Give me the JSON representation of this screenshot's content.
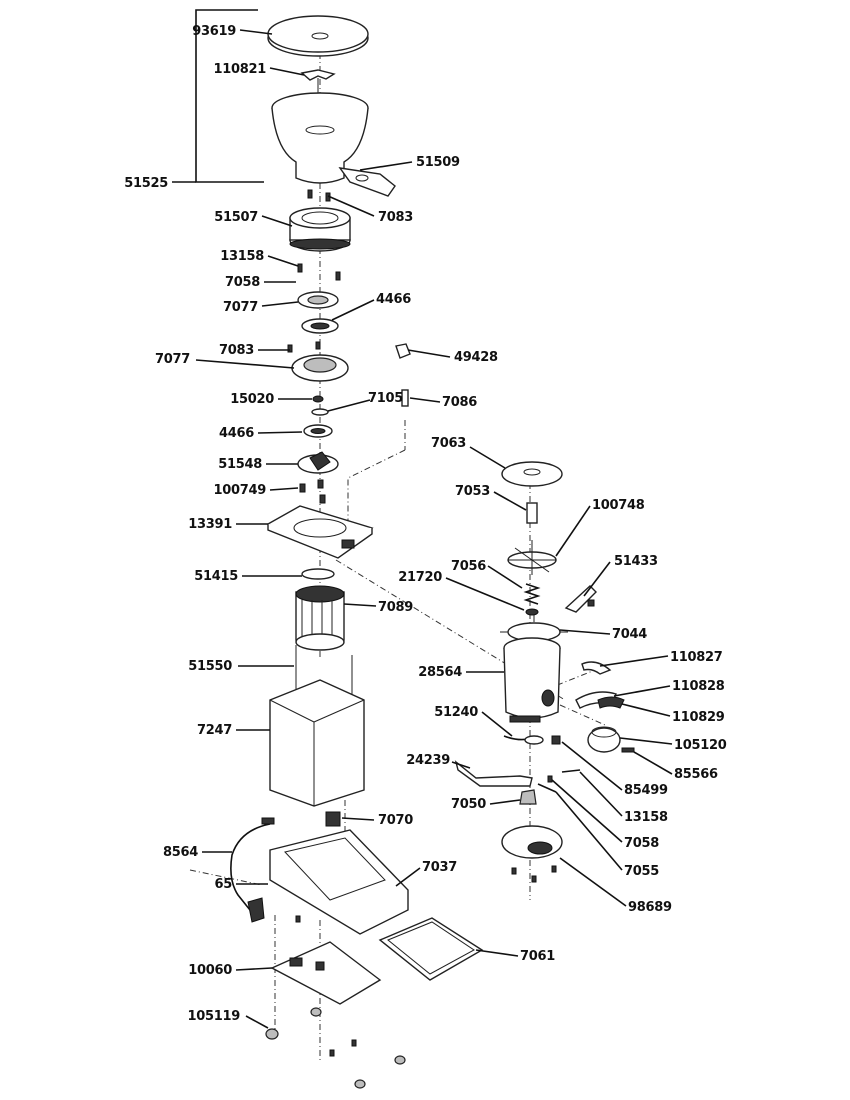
{
  "labels": {
    "p93619": "93619",
    "p110821": "110821",
    "p51525": "51525",
    "p51509": "51509",
    "p51507": "51507",
    "p7083a": "7083",
    "p13158a": "13158",
    "p7058a": "7058",
    "p7077a": "7077",
    "p4466a": "4466",
    "p7083b": "7083",
    "p7077b": "7077",
    "p49428": "49428",
    "p15020": "15020",
    "p7105": "7105",
    "p7086": "7086",
    "p4466b": "4466",
    "p51548": "51548",
    "p100749": "100749",
    "p13391": "13391",
    "p51415": "51415",
    "p7089": "7089",
    "p51550": "51550",
    "p7247": "7247",
    "p7063": "7063",
    "p7053": "7053",
    "p100748": "100748",
    "p7056": "7056",
    "p21720": "21720",
    "p51433": "51433",
    "p7044": "7044",
    "p28564": "28564",
    "p110827": "110827",
    "p110828": "110828",
    "p51240": "51240",
    "p110829": "110829",
    "p105120": "105120",
    "p24239": "24239",
    "p85566": "85566",
    "p85499": "85499",
    "p7050": "7050",
    "p13158b": "13158",
    "p7058b": "7058",
    "p7055": "7055",
    "p98689": "98689",
    "p7070": "7070",
    "p8564": "8564",
    "p65": "65",
    "p7037": "7037",
    "p7061": "7061",
    "p10060": "10060",
    "p105119": "105119"
  }
}
